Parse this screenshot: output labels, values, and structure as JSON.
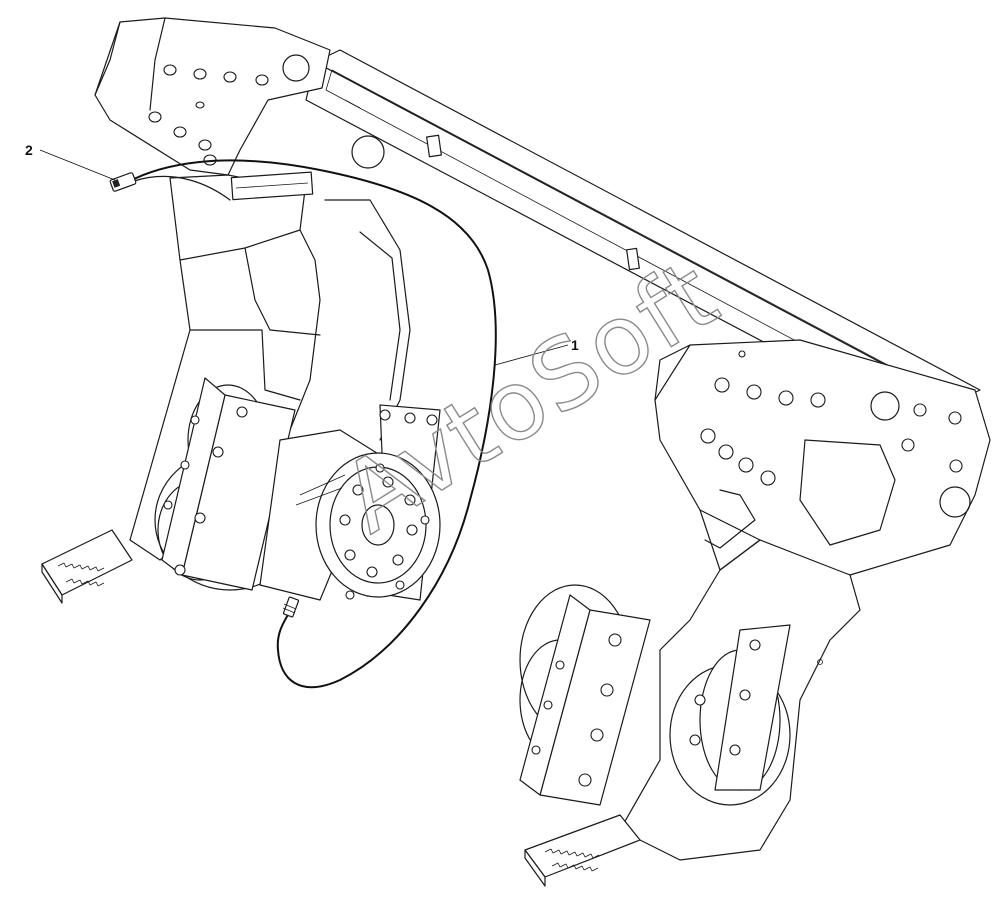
{
  "diagram": {
    "callouts": [
      {
        "id": "1",
        "label": "1"
      },
      {
        "id": "2",
        "label": "2"
      }
    ],
    "watermark": "AvtoSoft",
    "colors": {
      "line": "#1a1a1a",
      "background": "#ffffff",
      "watermark": "#8a8a8a"
    }
  }
}
